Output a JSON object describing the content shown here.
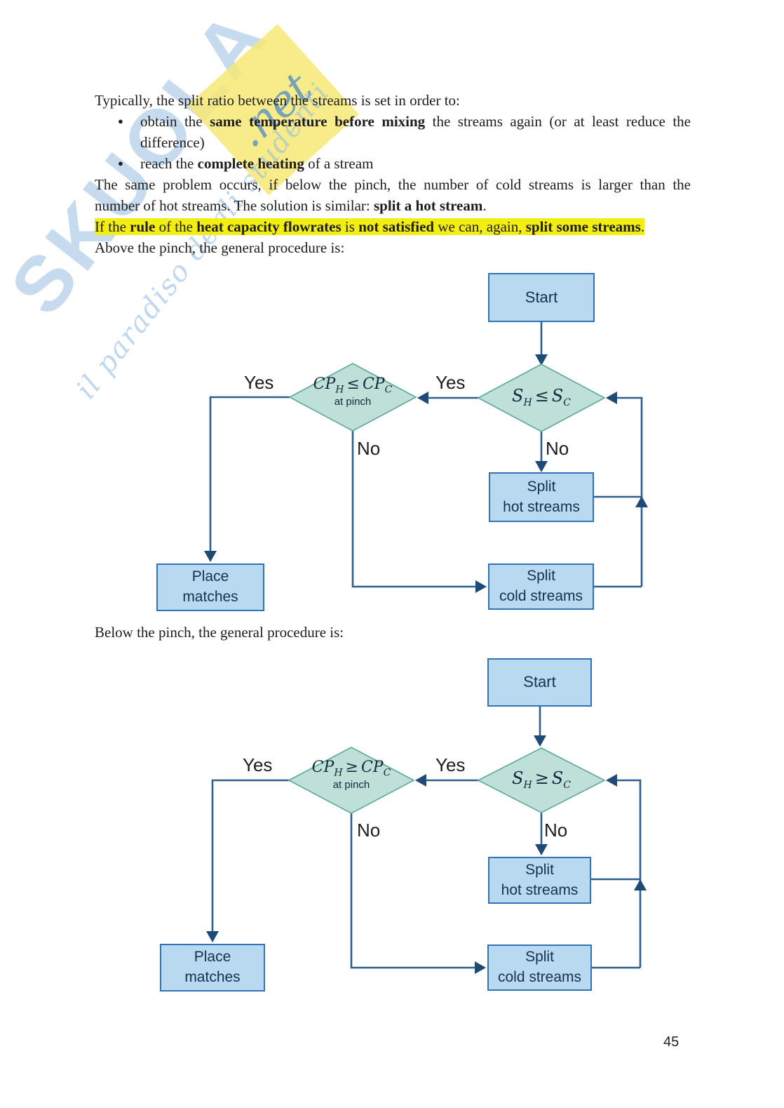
{
  "colors": {
    "line": "#2d5f8e",
    "arrow": "#1d4a76",
    "box-fill": "#b9d9f1",
    "box-border": "#2f74b5",
    "diamond-fill": "#bfe0d8",
    "diamond-border": "#5ca89a",
    "node-text": "#16314d",
    "highlight": "#f2ee12",
    "wm-blue": "#8ebadf",
    "wm-yellow": "#f7e976",
    "wm-net-blue": "#3c7dbe"
  },
  "watermark": {
    "brand": "SKUOLA",
    "brand_suffix": ".net",
    "tagline": "il paradiso degli studenti"
  },
  "document": {
    "lines": [
      {
        "runs": [
          {
            "t": "Typically, the split ratio between the streams is set in order to:"
          }
        ]
      },
      {
        "bullet": "●",
        "runs": [
          {
            "t": "obtain the "
          },
          {
            "t": "same temperature before mixing",
            "b": true
          },
          {
            "t": " the streams again (or at least reduce the"
          }
        ]
      },
      {
        "runs": [
          {
            "t": "difference)"
          }
        ]
      },
      {
        "bullet": "●",
        "runs": [
          {
            "t": "reach the "
          },
          {
            "t": "complete heating",
            "b": true
          },
          {
            "t": " of a stream"
          }
        ]
      },
      {
        "runs": [
          {
            "t": "The same problem occurs, if below the pinch, the number of cold streams is larger than the"
          }
        ]
      },
      {
        "runs": [
          {
            "t": "number of hot streams. The solution is similar: "
          },
          {
            "t": "split a hot stream",
            "b": true
          },
          {
            "t": "."
          }
        ]
      },
      {
        "runs": [
          {
            "t": "If the "
          },
          {
            "t": "rule",
            "b": true
          },
          {
            "t": " of the "
          },
          {
            "t": "heat capacity flowrates",
            "b": true
          },
          {
            "t": " is "
          },
          {
            "t": "not satisfied",
            "b": true
          },
          {
            "t": " we can, again, "
          },
          {
            "t": "split some streams",
            "b": true
          },
          {
            "t": "."
          }
        ]
      },
      {
        "runs": [
          {
            "t": "Above the pinch, the general procedure is:"
          }
        ]
      }
    ],
    "below_caption": "Below the pinch, the general procedure is:",
    "page_number": "45"
  },
  "chart_above": {
    "start": "Start",
    "decision_s": {
      "lhs": "S",
      "lhs_sub": "H",
      "op": "≤",
      "rhs": "S",
      "rhs_sub": "C"
    },
    "decision_cp": {
      "lhs": "CP",
      "lhs_sub": "H",
      "op": "≤",
      "rhs": "CP",
      "rhs_sub": "C",
      "note": "at pinch"
    },
    "yes_left": "Yes",
    "yes_right": "Yes",
    "no_left": "No",
    "no_right": "No",
    "split_hot_line1": "Split",
    "split_hot_line2": "hot streams",
    "split_cold_line1": "Split",
    "split_cold_line2": "cold streams",
    "place_line1": "Place",
    "place_line2": "matches"
  },
  "chart_below": {
    "start": "Start",
    "decision_s": {
      "lhs": "S",
      "lhs_sub": "H",
      "op": "≥",
      "rhs": "S",
      "rhs_sub": "C"
    },
    "decision_cp": {
      "lhs": "CP",
      "lhs_sub": "H",
      "op": "≥",
      "rhs": "CP",
      "rhs_sub": "C",
      "note": "at pinch"
    },
    "yes_left": "Yes",
    "yes_right": "Yes",
    "no_left": "No",
    "no_right": "No",
    "split_hot_line1": "Split",
    "split_hot_line2": "hot streams",
    "split_cold_line1": "Split",
    "split_cold_line2": "cold streams",
    "place_line1": "Place",
    "place_line2": "matches"
  }
}
